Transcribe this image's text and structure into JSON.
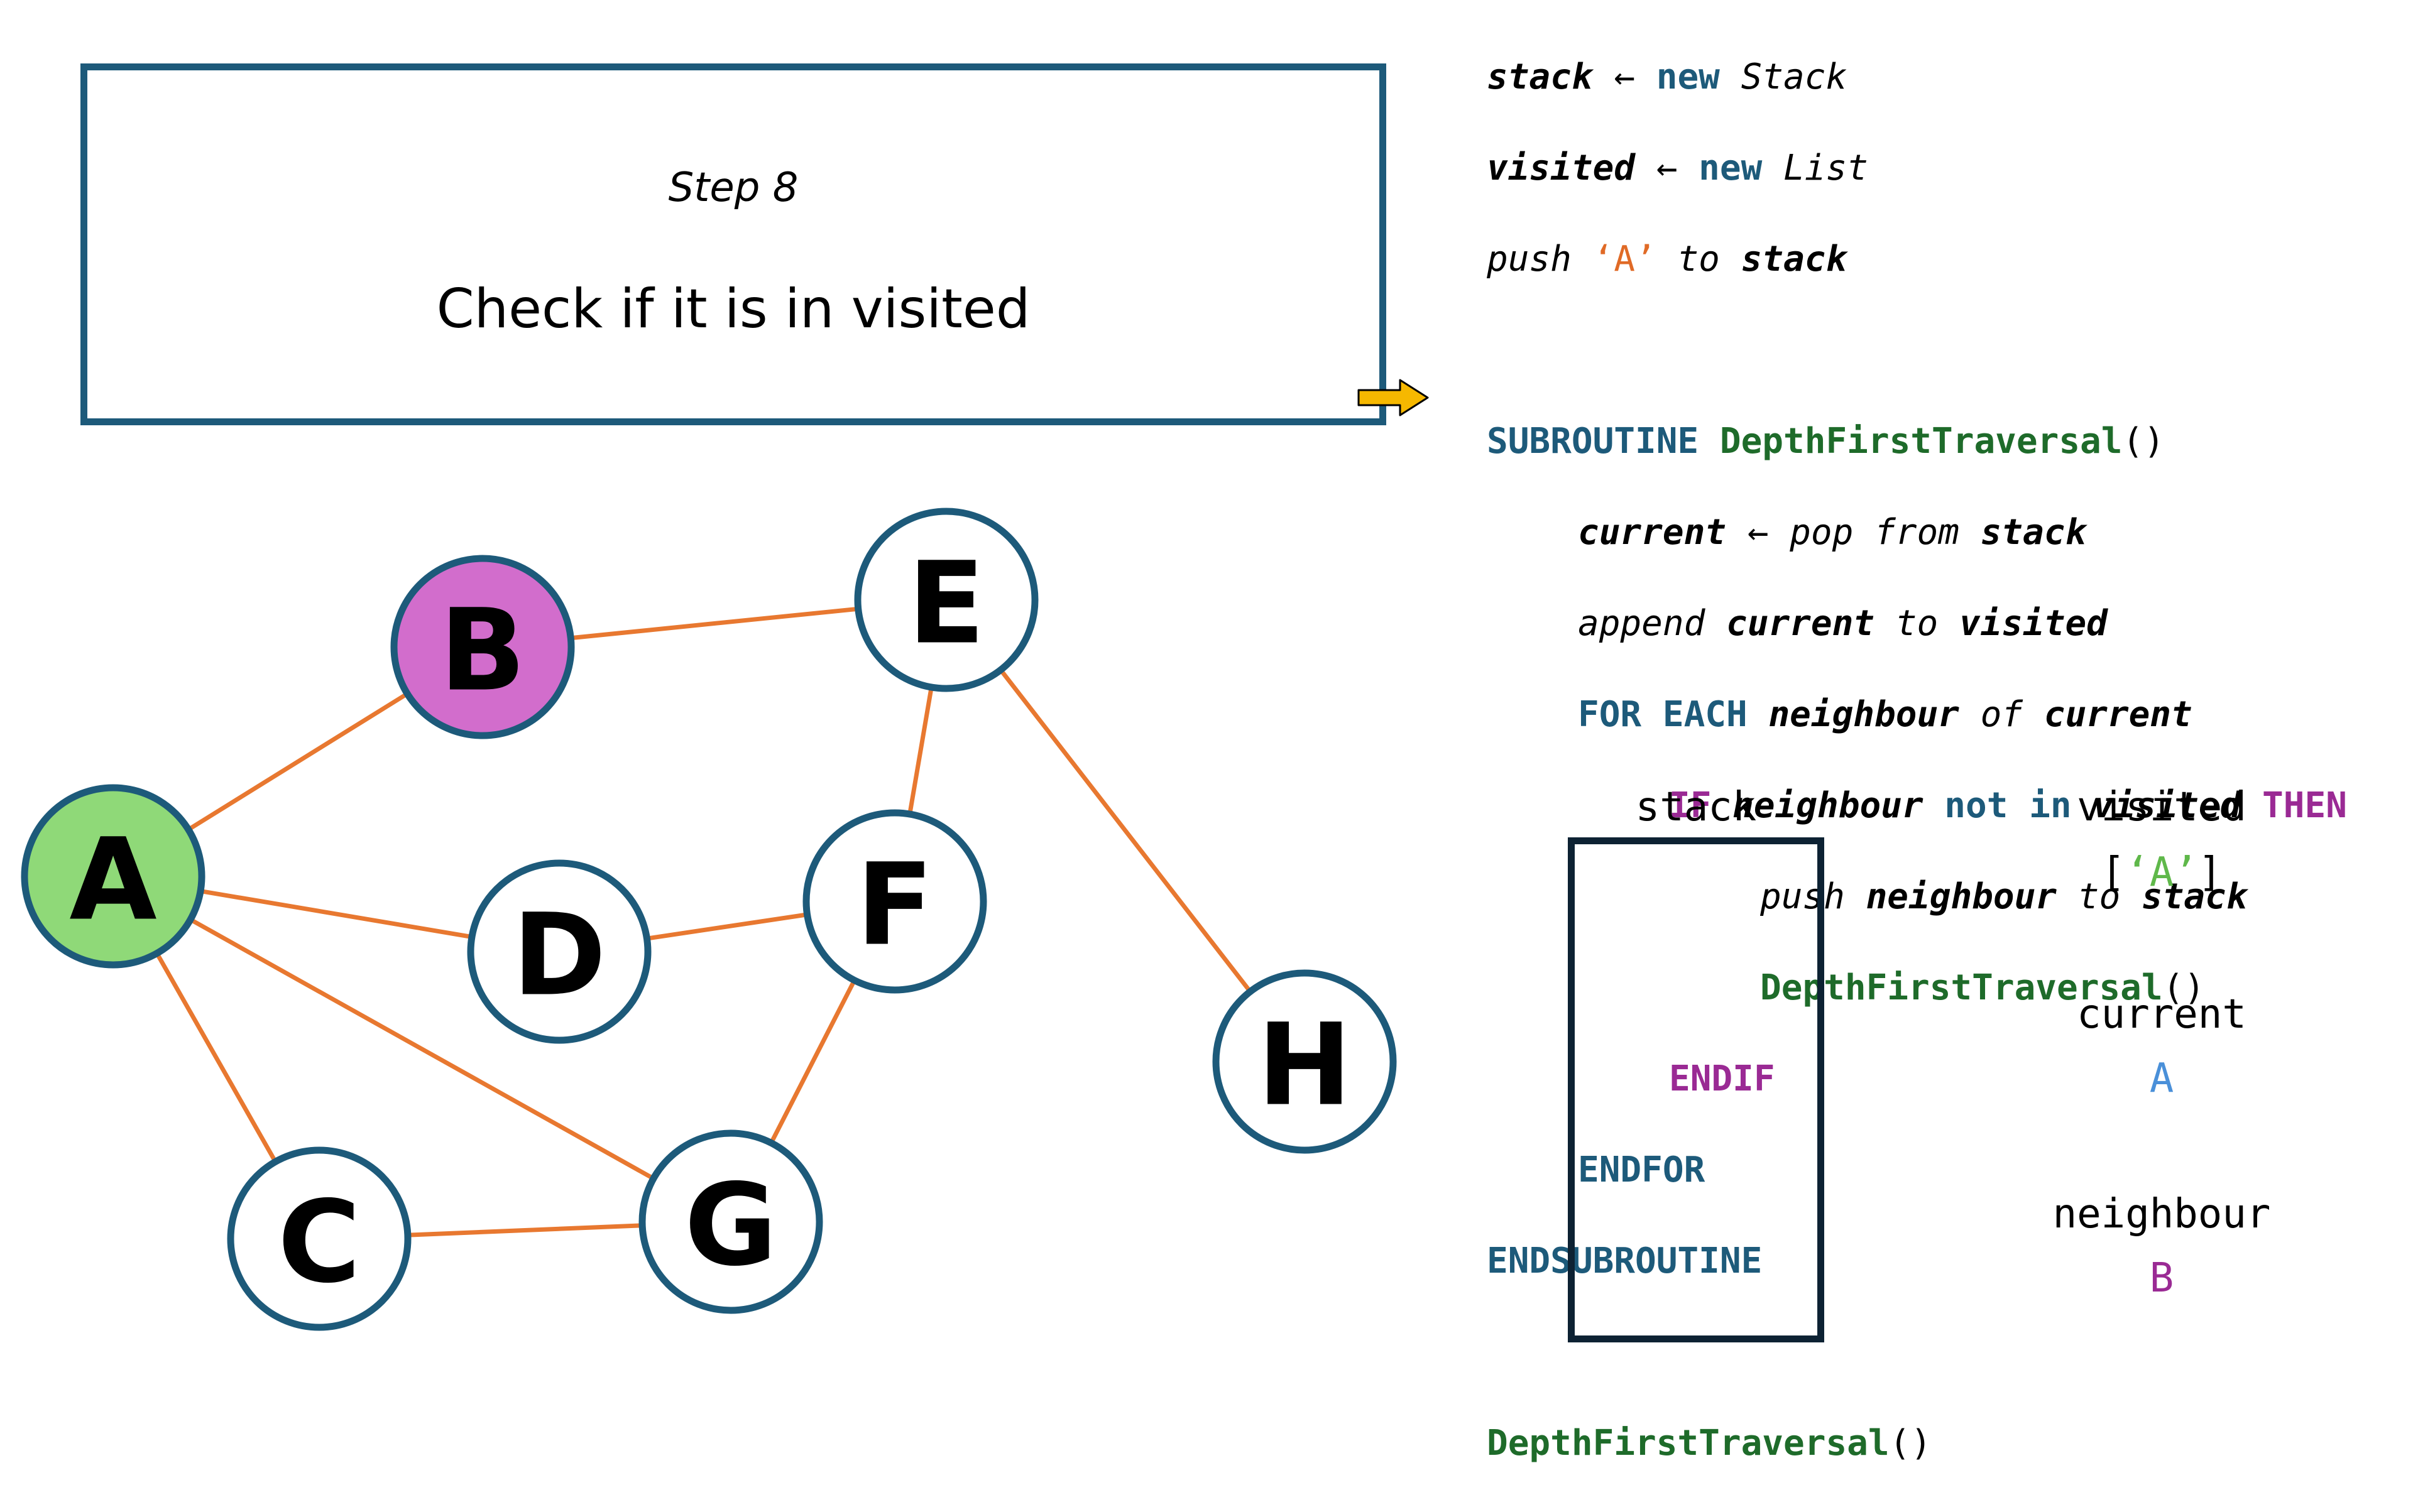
{
  "step": {
    "label": "Step 8",
    "description": "Check if it is in visited"
  },
  "colors": {
    "frame": "#1d5a7a",
    "edge": "#e87830",
    "node_default": "#ffffff",
    "node_visited": "#8fd978",
    "node_neighbour": "#d26dcc",
    "pointer": "#f6b800",
    "keyword": "#1d5a7a",
    "function": "#1e6b2a",
    "condition": "#9a2a94",
    "string": "#e06a26",
    "current_value": "#4a90d9",
    "neighbour_value": "#9a2a94",
    "visited_item": "#5fb84a"
  },
  "graph": {
    "nodes": [
      {
        "id": "A",
        "label": "A",
        "state": "visited"
      },
      {
        "id": "B",
        "label": "B",
        "state": "neighbour"
      },
      {
        "id": "C",
        "label": "C",
        "state": "default"
      },
      {
        "id": "D",
        "label": "D",
        "state": "default"
      },
      {
        "id": "E",
        "label": "E",
        "state": "default"
      },
      {
        "id": "F",
        "label": "F",
        "state": "default"
      },
      {
        "id": "G",
        "label": "G",
        "state": "default"
      },
      {
        "id": "H",
        "label": "H",
        "state": "default"
      }
    ],
    "edges": [
      [
        "A",
        "B"
      ],
      [
        "A",
        "D"
      ],
      [
        "A",
        "C"
      ],
      [
        "A",
        "G"
      ],
      [
        "B",
        "E"
      ],
      [
        "E",
        "F"
      ],
      [
        "E",
        "H"
      ],
      [
        "D",
        "F"
      ],
      [
        "F",
        "G"
      ],
      [
        "C",
        "G"
      ]
    ]
  },
  "code": {
    "l1": {
      "var": "stack",
      "arrow": " ← ",
      "kw": "new",
      "type": " Stack"
    },
    "l2": {
      "var": "visited",
      "arrow": " ← ",
      "kw": "new",
      "type": " List"
    },
    "l3": {
      "txt": "push ",
      "str": "‘A’",
      "txt2": " to ",
      "var": "stack"
    },
    "l4": {
      "kw": "SUBROUTINE ",
      "fn": "DepthFirstTraversal",
      "parens": "()"
    },
    "l5": {
      "var": "current",
      "txt": " ← pop from ",
      "var2": "stack"
    },
    "l6": {
      "txt": "append ",
      "var": "current",
      "txt2": " to ",
      "var2": "visited"
    },
    "l7": {
      "kw": "FOR EACH ",
      "var": "neighbour",
      "txt": " of ",
      "var2": "current"
    },
    "l8": {
      "cond": "IF ",
      "var": "neighbour",
      "kw": " not in ",
      "var2": "visited",
      "cond2": " THEN"
    },
    "l9": {
      "txt": "push ",
      "var": "neighbour",
      "txt2": " to ",
      "var2": "stack"
    },
    "l10": {
      "fn": "DepthFirstTraversal",
      "parens": "()"
    },
    "l11": {
      "cond": "ENDIF"
    },
    "l12": {
      "kw": "ENDFOR"
    },
    "l13": {
      "kw": "ENDSUBROUTINE"
    },
    "l14": {
      "fn": "DepthFirstTraversal",
      "parens": "()"
    }
  },
  "stack": {
    "label": "stack",
    "items": []
  },
  "visited": {
    "label": "visited",
    "open": "[",
    "item": "‘A’",
    "close": "]"
  },
  "current": {
    "label": "current",
    "value": "A"
  },
  "neighbour": {
    "label": "neighbour",
    "value": "B"
  }
}
